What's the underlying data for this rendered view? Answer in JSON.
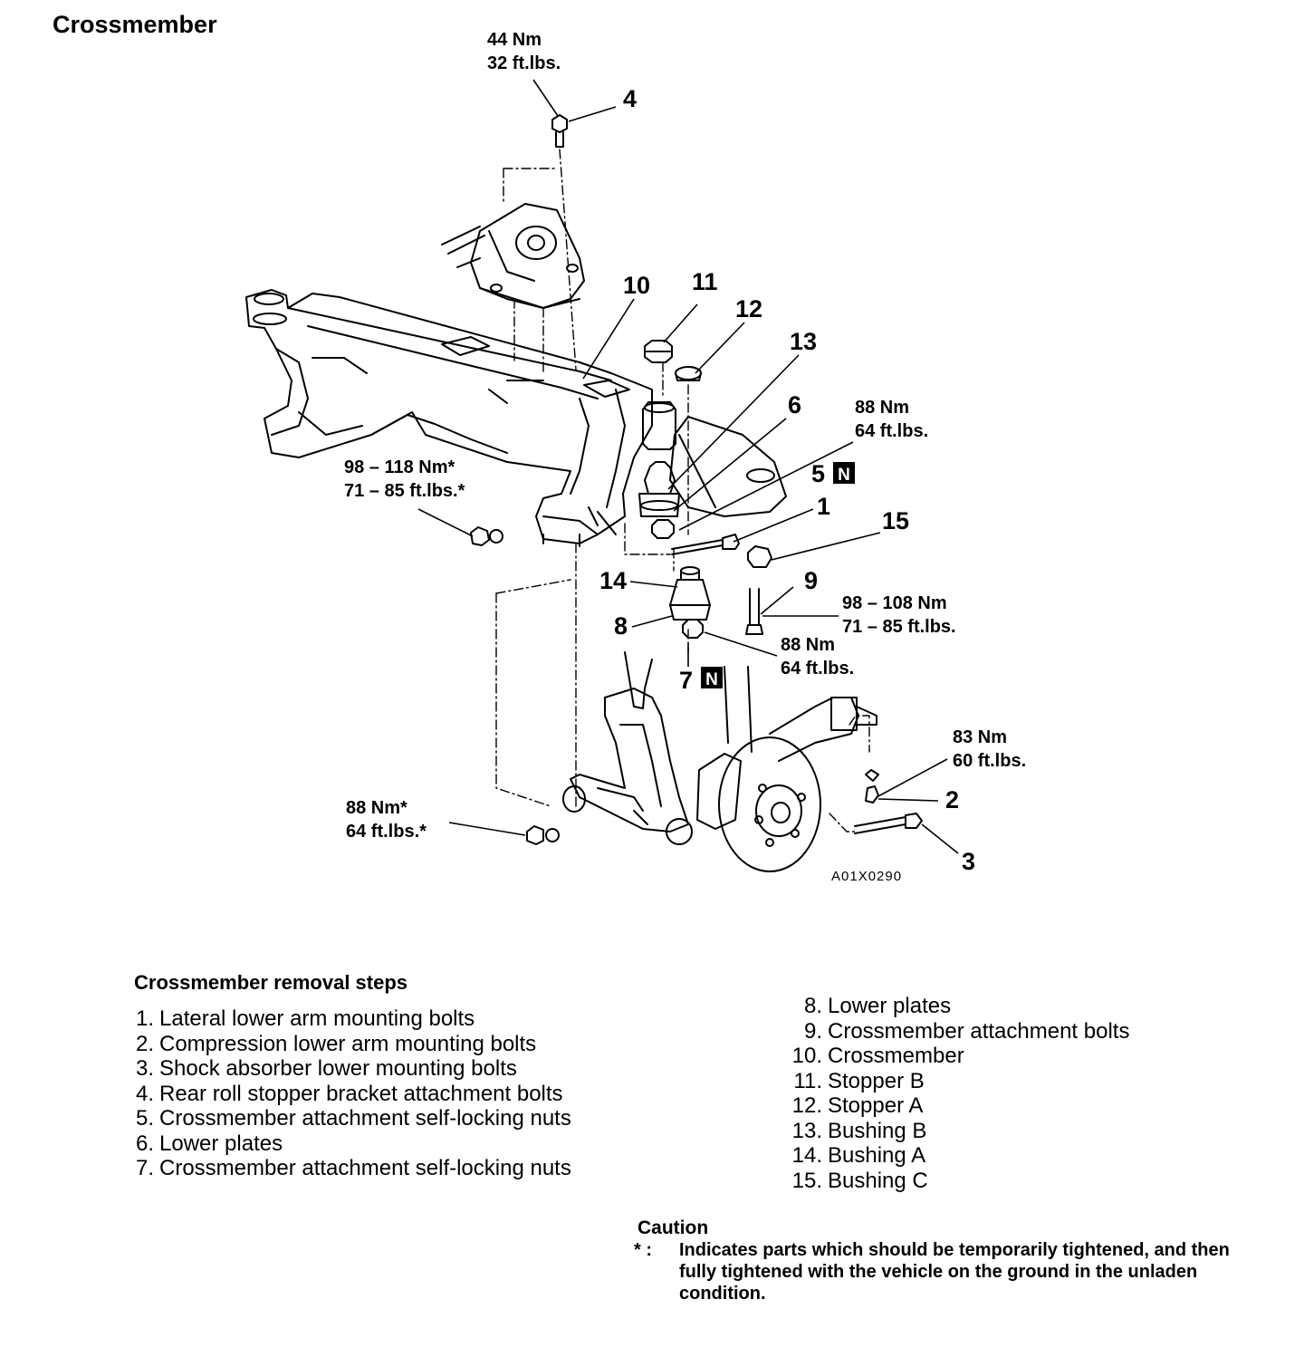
{
  "title": "Crossmember",
  "figure_code": "A01X0290",
  "callouts": {
    "c1": "1",
    "c2": "2",
    "c3": "3",
    "c4": "4",
    "c5": "5",
    "c6": "6",
    "c7": "7",
    "c8": "8",
    "c9": "9",
    "c10": "10",
    "c11": "11",
    "c12": "12",
    "c13": "13",
    "c14": "14",
    "c15": "15",
    "new_mark": "N"
  },
  "torques": {
    "t_top_nm": "44 Nm",
    "t_top_ft": "32 ft.lbs.",
    "t_right_nm": "88 Nm",
    "t_right_ft": "64 ft.lbs.",
    "t_left_nm": "98 – 118 Nm*",
    "t_left_ft": "71 – 85 ft.lbs.*",
    "t_mid_nm": "98 – 108 Nm",
    "t_mid_ft": "71 – 85 ft.lbs.",
    "t_low_nm": "88 Nm",
    "t_low_ft": "64 ft.lbs.",
    "t_83_nm": "83 Nm",
    "t_83_ft": "60 ft.lbs.",
    "t_bl_nm": "88 Nm*",
    "t_bl_ft": "64 ft.lbs.*"
  },
  "steps_title": "Crossmember removal steps",
  "steps_left": [
    {
      "n": "1.",
      "t": "Lateral lower arm mounting bolts"
    },
    {
      "n": "2.",
      "t": "Compression lower arm mounting bolts"
    },
    {
      "n": "3.",
      "t": "Shock absorber lower mounting bolts"
    },
    {
      "n": "4.",
      "t": "Rear roll stopper bracket attachment bolts"
    },
    {
      "n": "5.",
      "t": "Crossmember attachment self-locking nuts"
    },
    {
      "n": "6.",
      "t": "Lower plates"
    },
    {
      "n": "7.",
      "t": "Crossmember attachment self-locking nuts"
    }
  ],
  "steps_right": [
    {
      "n": "8.",
      "t": "Lower plates"
    },
    {
      "n": "9.",
      "t": "Crossmember attachment bolts"
    },
    {
      "n": "10.",
      "t": "Crossmember"
    },
    {
      "n": "11.",
      "t": "Stopper B"
    },
    {
      "n": "12.",
      "t": "Stopper A"
    },
    {
      "n": "13.",
      "t": "Bushing B"
    },
    {
      "n": "14.",
      "t": "Bushing A"
    },
    {
      "n": "15.",
      "t": "Bushing C"
    }
  ],
  "caution": {
    "title": "Caution",
    "mark": "* :",
    "text": "Indicates parts which should be temporarily tightened, and then fully tightened with the vehicle on the ground in the unladen condition."
  }
}
